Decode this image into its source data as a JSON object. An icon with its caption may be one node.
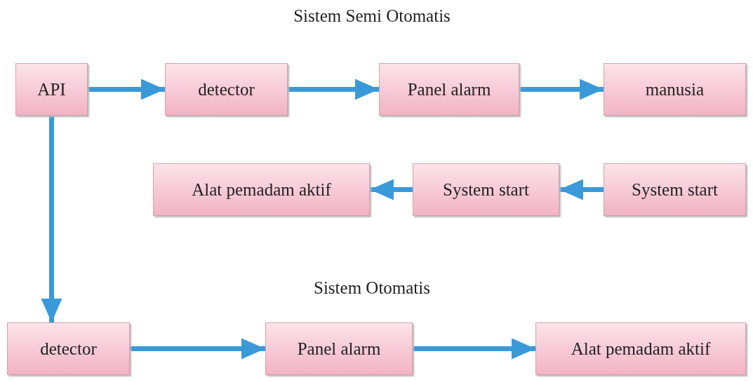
{
  "diagram": {
    "title": "Sistem Semi Otomatis",
    "nodes": [
      {
        "text": [
          "API"
        ]
      },
      {
        "text": [
          "detector"
        ]
      },
      {
        "text": [
          "Panel alarm"
        ]
      },
      {
        "text": [
          "manusia"
        ]
      },
      {
        "text": [
          "Alat pemadam aktif"
        ]
      },
      {
        "text": [
          "System start"
        ]
      },
      {
        "text": [
          "System start"
        ]
      },
      {
        "text": [
          "detector"
        ]
      },
      {
        "text": [
          "Panel alarm"
        ]
      },
      {
        "text": [
          "Alat pemadam aktif"
        ]
      }
    ],
    "edges": [
      {
        "from": 0,
        "to": 1,
        "arrow": "to"
      },
      {
        "from": 1,
        "to": 2,
        "arrow": "to"
      },
      {
        "from": 2,
        "to": 3,
        "arrow": "to"
      },
      {
        "from": 6,
        "to": 5,
        "arrow": "to"
      },
      {
        "from": 5,
        "to": 4,
        "arrow": "to"
      },
      {
        "from": 0,
        "to": 7,
        "arrow": "to"
      },
      {
        "from": 7,
        "to": 8,
        "arrow": "to"
      },
      {
        "from": 8,
        "to": 9,
        "arrow": "to"
      }
    ],
    "labels": [
      "Sistem Otomatis"
    ]
  }
}
